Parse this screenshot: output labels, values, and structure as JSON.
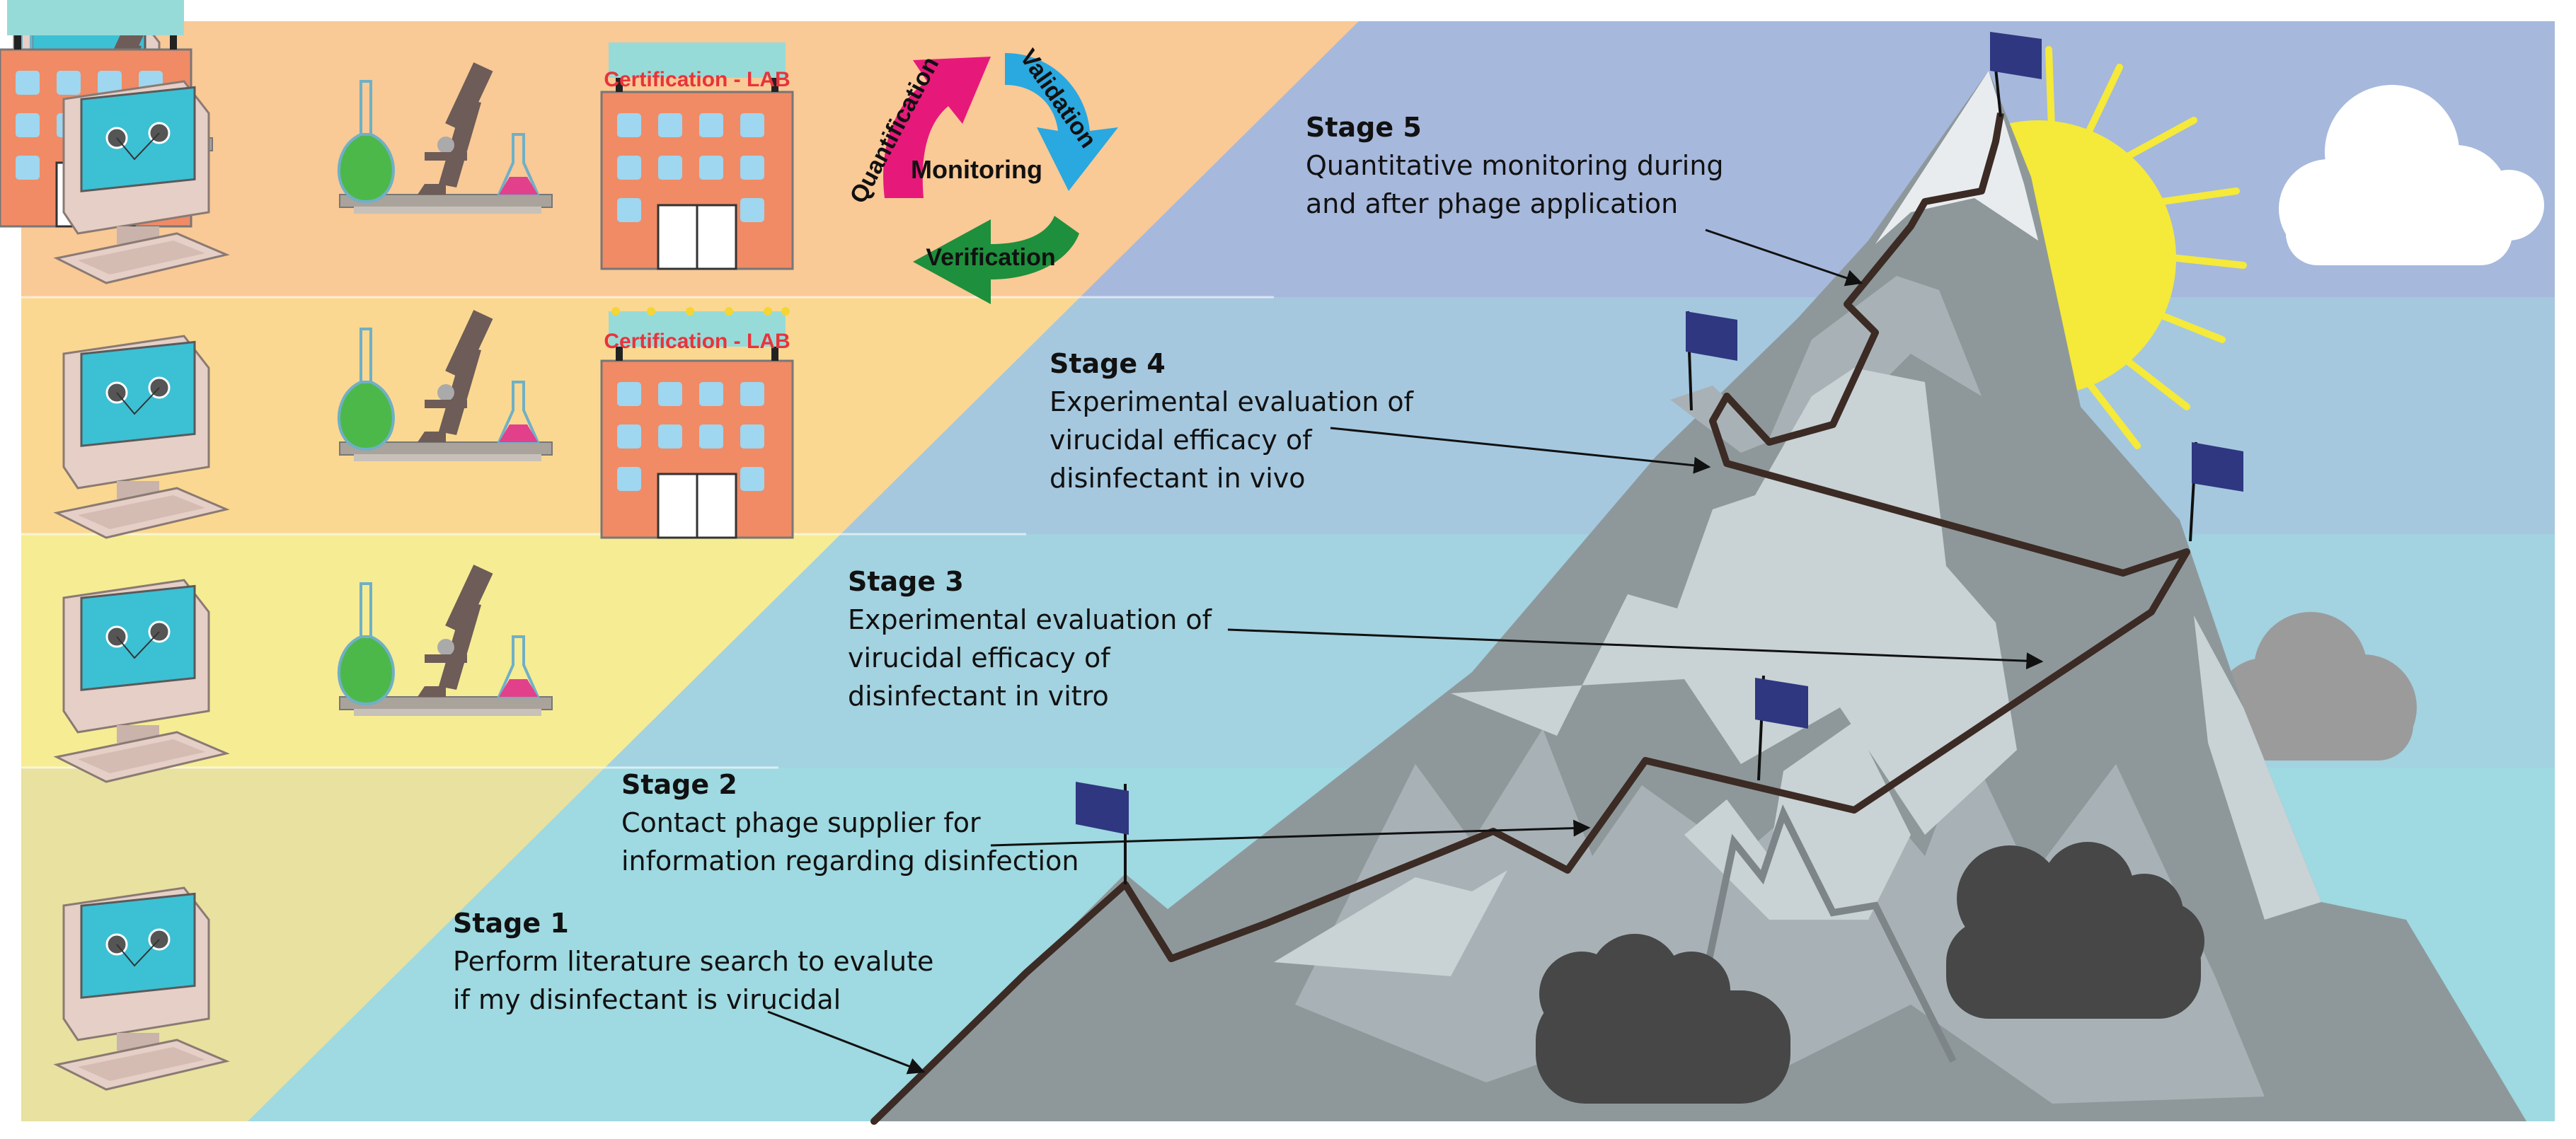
{
  "colors": {
    "band1_left": "#f9c996",
    "band2_left": "#fbd891",
    "band3_left": "#f6ec94",
    "band4_left": "#e8e1a0",
    "sky1": "#a6b8dc",
    "sky2": "#a5c8df",
    "sky3": "#a3d2e0",
    "sky4": "#9fd9e1",
    "mountain_dark": "#8e989b",
    "mountain_mid": "#a8b2b6",
    "mountain_light": "#c9d2d5",
    "path": "#3b2b24",
    "flag": "#2f3780",
    "sun": "#f5e93a",
    "storm": "#474747",
    "monitor_screen": "#3cc0d4",
    "lab_building": "#f08b65",
    "lab_sign": "#97dbd8",
    "lab_text": "#e8333b",
    "cycle_magenta": "#e6197a",
    "cycle_blue": "#2aa8e0",
    "cycle_green": "#1e8f3c"
  },
  "icons": {
    "computer": "computer-icon",
    "lab_equipment": "microscope-flask-icon",
    "lab_building": "laboratory-building-icon",
    "cycle": "cycle-arrows-icon",
    "flag": "flag-icon",
    "sun": "sun-icon",
    "cloud": "cloud-icon"
  },
  "cycle": {
    "center": "Monitoring",
    "arrows": [
      "Quantification",
      "Validation",
      "Verification"
    ]
  },
  "lab_signs": [
    "Certification - LAB",
    "Certification - LAB"
  ],
  "stages": [
    {
      "title": "Stage 1",
      "lines": [
        "Perform literature search to evalute",
        "if my disinfectant is virucidal"
      ]
    },
    {
      "title": "Stage 2",
      "lines": [
        "Contact phage supplier for",
        "information regarding disinfection"
      ]
    },
    {
      "title": "Stage 3",
      "lines": [
        "Experimental evaluation of",
        "virucidal efficacy of",
        "disinfectant in vitro"
      ]
    },
    {
      "title": "Stage 4",
      "lines": [
        "Experimental evaluation of",
        "virucidal efficacy of",
        "disinfectant in vivo"
      ]
    },
    {
      "title": "Stage 5",
      "lines": [
        "Quantitative monitoring during",
        "and after phage application"
      ]
    }
  ]
}
